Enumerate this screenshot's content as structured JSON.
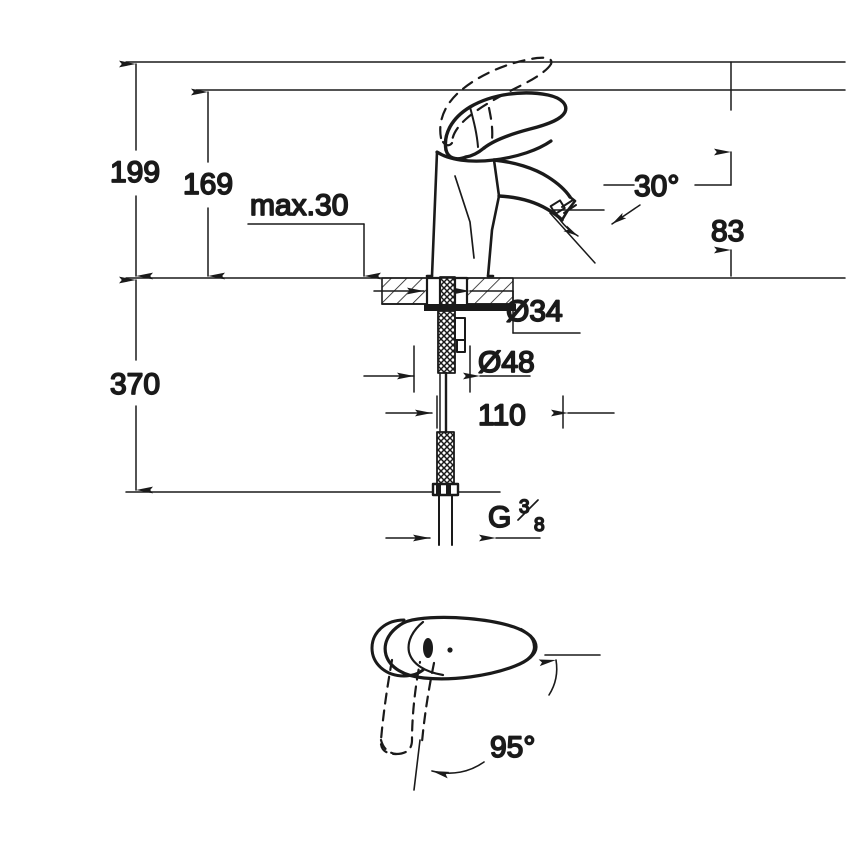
{
  "drawing": {
    "type": "technical-dimension-drawing",
    "subject": "single-lever basin mixer faucet",
    "units": "mm",
    "views": [
      {
        "name": "front-elevation",
        "position": "upper"
      },
      {
        "name": "top-plan",
        "position": "lower"
      }
    ]
  },
  "dimensions": {
    "height_overall": "199",
    "height_spout": "169",
    "countertop_max_thickness": "max.30",
    "spout_angle": "30°",
    "spout_reach_height": "83",
    "hole_diameter": "Ø34",
    "base_diameter": "Ø48",
    "supply_length": "370",
    "shank_length": "110",
    "thread_letter": "G",
    "thread_numerator": "3",
    "thread_denominator": "8",
    "thread_full": "G 3/8",
    "swivel_angle": "95°"
  },
  "colors": {
    "line": "#1a1a1a",
    "background": "#ffffff",
    "thin_line": "#333333"
  },
  "labels": {
    "height_199": "199",
    "height_169": "169",
    "max_30": "max.30",
    "angle_30": "30°",
    "height_83": "83",
    "dia_34": "Ø34",
    "dia_48": "Ø48",
    "length_370": "370",
    "length_110": "110",
    "thread_g": "G",
    "thread_num": "3",
    "thread_den": "8",
    "angle_95": "95°"
  }
}
